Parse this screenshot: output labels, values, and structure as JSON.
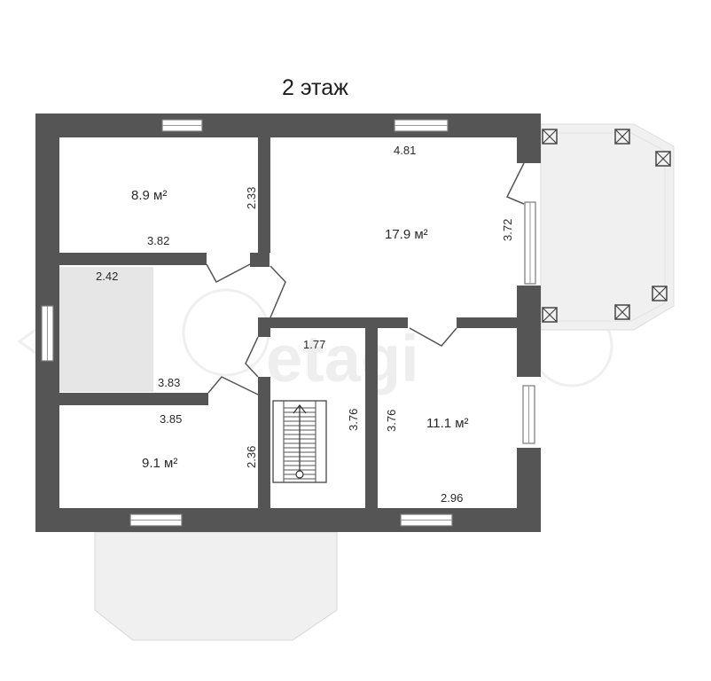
{
  "plan": {
    "title": "2 этаж",
    "watermark": "etagi",
    "colors": {
      "wall": "#555555",
      "terrace": "#f0f0f0",
      "shaded_room": "#e6e6e6",
      "background": "#ffffff"
    },
    "rooms": {
      "top_left": {
        "area": "8.9 м²",
        "height_dim": "2.33",
        "width_dim": "3.82"
      },
      "living": {
        "area": "17.9 м²",
        "width_dim": "4.81",
        "height_dim": "3.72"
      },
      "hall": {
        "top_dim": "2.42",
        "bottom_dim": "3.83"
      },
      "bottom_left": {
        "area": "9.1 м²",
        "width_dim": "3.85",
        "height_dim": "2.36"
      },
      "stairwell": {
        "width_dim": "1.77",
        "height_dim": "3.76"
      },
      "bottom_right": {
        "area": "11.1 м²",
        "height_dim": "3.76",
        "width_dim": "2.96"
      }
    },
    "icons": [
      "staircase-icon",
      "terrace-post-icon",
      "nav-arrow-left-icon"
    ]
  }
}
